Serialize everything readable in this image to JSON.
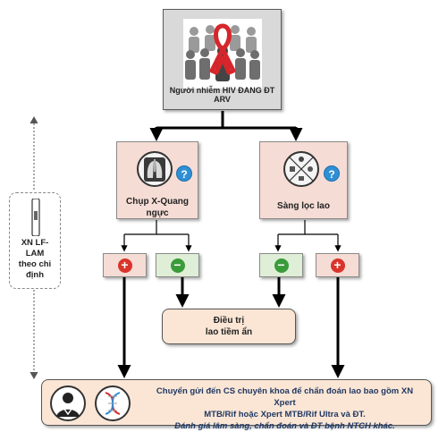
{
  "top": {
    "label": "Người nhiễm HIV ĐANG ĐT ARV"
  },
  "left_box": {
    "label_line1": "Chụp X-Quang",
    "label_line2": "ngực",
    "help": "?"
  },
  "right_box": {
    "label": "Sàng lọc lao",
    "help": "?"
  },
  "results": {
    "plus": "+",
    "minus": "−"
  },
  "treatment": {
    "line1": "Điều trị",
    "line2": "lao tiềm ẩn"
  },
  "side": {
    "line1": "XN LF-",
    "line2": "LAM",
    "line3": "theo chỉ",
    "line4": "định"
  },
  "bottom": {
    "line1": "Chuyển gửi đến CS chuyên khoa để chẩn đoán lao bao gồm XN Xpert",
    "line2": "MTB/Rif hoặc Xpert MTB/Rif Ultra và ĐT.",
    "line3": "Đánh giá lâm sàng, chẩn đoán và ĐT bệnh NTCH khác."
  },
  "colors": {
    "plus": "#d9342b",
    "minus": "#3a9b3a",
    "help": "#2e8fd6",
    "ribbon": "#d6262b"
  }
}
